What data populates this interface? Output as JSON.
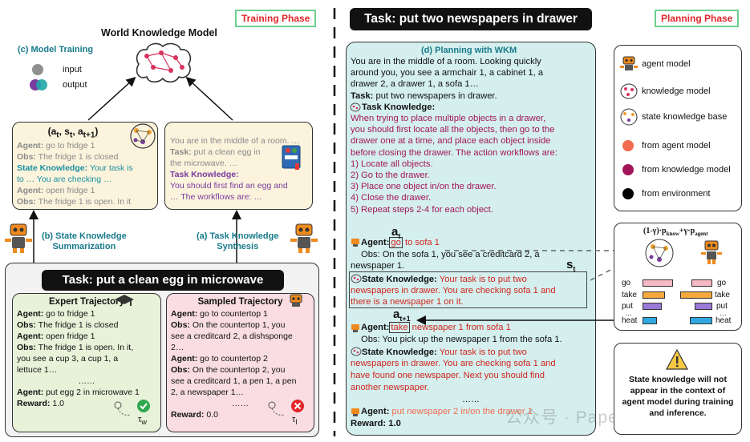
{
  "training": {
    "phase_tag": "Training Phase",
    "wkm_title": "World Knowledge Model",
    "model_training": "(c) Model Training",
    "legend_input": "input",
    "legend_output": "output",
    "state_box": {
      "header": "(a",
      "header_sub1": "t",
      "header_mid1": ", s",
      "header_sub2": "t",
      "header_mid2": ", a",
      "header_sub3": "t+1",
      "header_end": ")",
      "lines": [
        {
          "label": "Agent:",
          "text": " go to fridge 1"
        },
        {
          "label": "Obs:",
          "text": " The fridge 1 is closed"
        },
        {
          "label": "State Knowledge:",
          "text": " Your task is"
        },
        {
          "label": "",
          "text": "to … You are checking …"
        },
        {
          "label": "Agent:",
          "text": " open fridge 1"
        },
        {
          "label": "Obs:",
          "text": " The fridge 1 is open. In it"
        }
      ]
    },
    "task_box": {
      "lines": [
        "You are in the middle of a room. …",
        "Task:",
        " put a clean egg in",
        "the microwave. …",
        "Task Knowledge:",
        "You should first find an egg and",
        "… The workflows are: …"
      ]
    },
    "state_summarization": [
      "(b) State Knowledge",
      "Summarization"
    ],
    "task_synthesis": [
      "(a) Task Knowledge",
      "Synthesis"
    ],
    "task_banner": "Task: put a clean egg in microwave",
    "expert": {
      "title": "Expert Trajectory",
      "lines": [
        {
          "label": "Agent:",
          "text": " go to fridge 1"
        },
        {
          "label": "Obs:",
          "text": " The fridge 1 is closed"
        },
        {
          "label": "Agent:",
          "text": " open fridge 1"
        },
        {
          "label": "Obs:",
          "text": " The fridge 1 is open. In it,"
        },
        {
          "label": "",
          "text": "you see a cup 3, a cup 1, a"
        },
        {
          "label": "",
          "text": "lettuce 1…"
        },
        {
          "label": "",
          "text": "……"
        },
        {
          "label": "Agent:",
          "text": " put egg 2 in microwave 1"
        },
        {
          "label": "Reward:",
          "text": " 1.0"
        }
      ],
      "tau": "τ",
      "tau_sub": "w"
    },
    "sampled": {
      "title": "Sampled Trajectory",
      "lines": [
        {
          "label": "Agent:",
          "text": " go to countertop 1"
        },
        {
          "label": "Obs:",
          "text": " On the countertop 1, you"
        },
        {
          "label": "",
          "text": "see a creditcard 2, a dishsponge"
        },
        {
          "label": "",
          "text": "2…"
        },
        {
          "label": "Agent:",
          "text": " go to countertop 2"
        },
        {
          "label": "Obs:",
          "text": " On the countertop 2, you"
        },
        {
          "label": "",
          "text": "see a creditcard 1, a pen 1, a pen"
        },
        {
          "label": "",
          "text": "2, a newspaper 1…"
        },
        {
          "label": "",
          "text": "……"
        },
        {
          "label": "Reward:",
          "text": " 0.0"
        }
      ],
      "tau": "τ",
      "tau_sub": "l"
    }
  },
  "planning": {
    "task_banner": "Task: put two newspapers in drawer",
    "phase_tag": "Planning Phase",
    "wkm_header": "(d) Planning with WKM",
    "intro": [
      "You are in the middle of a room. Looking quickly",
      "around you, you see a armchair 1, a cabinet 1, a",
      "drawer 2, a drawer 1, a sofa 1…"
    ],
    "task_label": "Task:",
    "task_text": " put two newspapers in drawer.",
    "task_knowledge_label": "Task Knowledge:",
    "task_knowledge": [
      "When trying to place multiple objects in a drawer,",
      "you should first locate all the objects, then go to the",
      "drawer one at a time, and place each object inside",
      "before closing the drawer. The action workflows are:",
      "1)  Locate all objects.",
      "2)  Go to the drawer.",
      "3)  Place one object in/on the drawer.",
      "4)  Close the drawer.",
      "5)  Repeat steps 2-4 for each object."
    ],
    "at_label": "a",
    "at_sub": "t",
    "agent1_label": "Agent:",
    "agent1_go": "go",
    "agent1_rest": " to sofa 1",
    "obs1": [
      "Obs: On the sofa 1, you see a creditcard 2, a",
      "newspaper 1."
    ],
    "st_label": "s",
    "st_sub": "t",
    "state_label": "State Knowledge:",
    "state1": [
      " Your task is to put two",
      "newspapers in drawer. You are checking sofa 1 and",
      "there is a newspaper 1 on it."
    ],
    "at1_label": "a",
    "at1_sub": "t+1",
    "agent2_label": "Agent:",
    "agent2_take": "take",
    "agent2_rest": " newspaper 1 from sofa 1",
    "obs2": "Obs: You pick up the newspaper 1 from the sofa 1.",
    "state2": [
      " Your task is to put two",
      "newspapers in drawer. You are checking sofa 1 and",
      "have found one newspaper. Next you should find",
      "another newspaper."
    ],
    "ellipsis": "……",
    "agent3_label": "Agent:",
    "agent3_text": " put newspaper 2 in/on the drawer 1",
    "reward": "Reward: 1.0",
    "legend": [
      {
        "label": "agent model",
        "icon": "robot-icon"
      },
      {
        "label": "knowledge model",
        "icon": "brain-icon"
      },
      {
        "label": "state knowledge base",
        "icon": "network-icon"
      },
      {
        "label": "from agent model",
        "color": "#f26b4f"
      },
      {
        "label": "from knowledge model",
        "color": "#a3155a"
      },
      {
        "label": "from environment",
        "color": "#000000"
      }
    ],
    "formula": "(1-γ)·p",
    "formula_sub1": "know",
    "formula_mid": "+γ·p",
    "formula_sub2": "agent",
    "prob_actions": [
      "go",
      "take",
      "put",
      "heat"
    ],
    "prob_actions_right": [
      "go",
      "take",
      "put",
      "heat"
    ],
    "prob_ellipsis": "…",
    "note": "State knowledge will not appear in the context of agent model during training and inference.",
    "watermark": "公众号 · PaperAgent"
  }
}
